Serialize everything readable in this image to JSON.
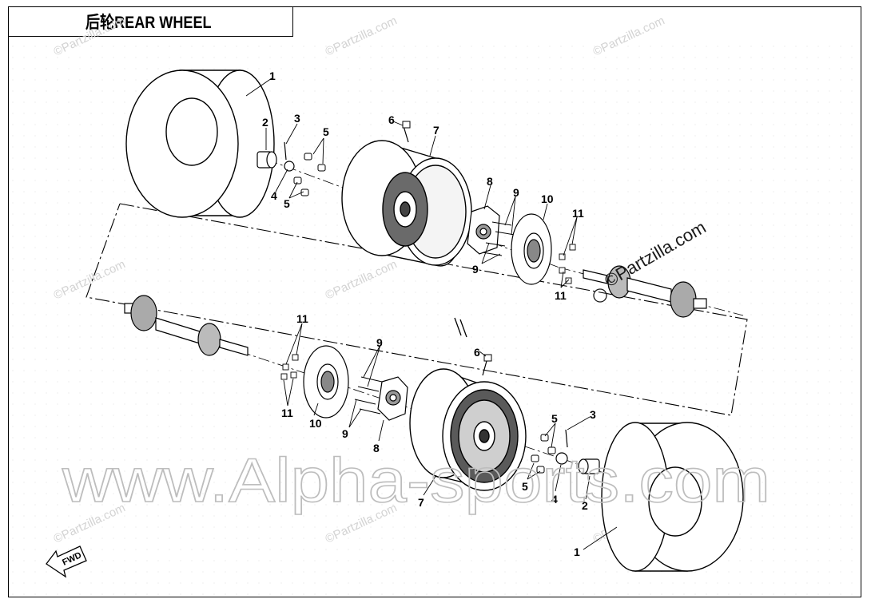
{
  "title": "后轮REAR WHEEL",
  "fwd_label": "FWD",
  "watermarks": {
    "partzilla_small": "©Partzilla.com",
    "partzilla_mid": "©Partzilla.com",
    "alpha_sports": "www.Alpha-sports.com"
  },
  "callouts": {
    "c1a": "1",
    "c2a": "2",
    "c3a": "3",
    "c4a": "4",
    "c5a": "5",
    "c5b": "5",
    "c6a": "6",
    "c7a": "7",
    "c8a": "8",
    "c9a": "9",
    "c9b": "9",
    "c10a": "10",
    "c11a": "11",
    "c11b": "11",
    "c11c": "11",
    "c11d": "11",
    "c10b": "10",
    "c9c": "9",
    "c9d": "9",
    "c8b": "8",
    "c6b": "6",
    "c7b": "7",
    "c5c": "5",
    "c5d": "5",
    "c3b": "3",
    "c4b": "4",
    "c2b": "2",
    "c1b": "1"
  }
}
